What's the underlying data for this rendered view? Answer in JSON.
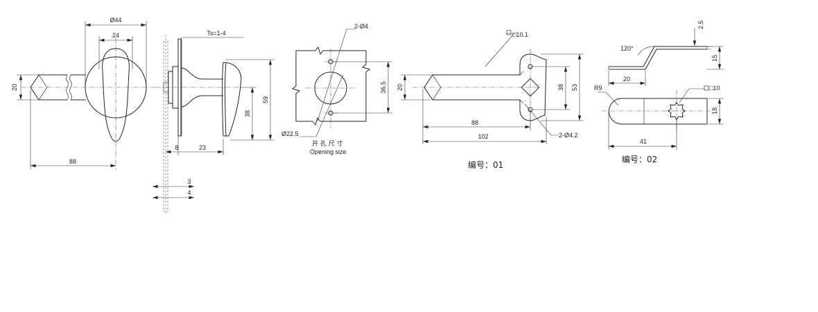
{
  "view1": {
    "dia44": "Ø44",
    "w24": "24",
    "h20": "20",
    "l88": "88"
  },
  "view2": {
    "ts": "Ts=1-4",
    "h59": "59",
    "h38": "38",
    "d8": "8",
    "d23": "23",
    "d3": "3",
    "d4": "4"
  },
  "view3": {
    "holes": "2-Ø4",
    "h36_5": "36.5",
    "dia22_5": "Ø22.5",
    "opening_cn": "开 孔 尺 寸",
    "opening_en": "Opening size"
  },
  "part01": {
    "sq": "□10.1",
    "h20": "20",
    "h38": "38",
    "h53": "53",
    "l88": "88",
    "l102": "102",
    "holes": "2-Ø4.2",
    "caption": "编号：01"
  },
  "part02": {
    "angle": "120°",
    "t2_5": "2.5",
    "h15": "15",
    "l20": "20",
    "r9": "R9",
    "sq": "□10",
    "h18": "18",
    "l41": "41",
    "caption": "编号：02"
  }
}
